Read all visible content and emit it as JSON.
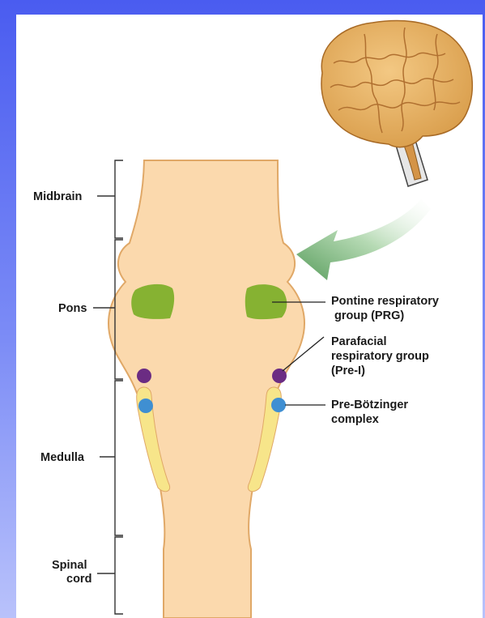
{
  "regions": {
    "midbrain": "Midbrain",
    "pons": "Pons",
    "medulla": "Medulla",
    "spinal_line1": "Spinal",
    "spinal_line2": "cord"
  },
  "structures": {
    "prg_line1": "Pontine respiratory",
    "prg_line2": "group (PRG)",
    "pff_line1": "Parafacial",
    "pff_line2": "respiratory group",
    "pff_line3": "(Pre-I)",
    "preb_line1": "Pre-Bötzinger",
    "preb_line2": "complex"
  },
  "colors": {
    "brainstem": "#fbd9ad",
    "outline": "#e0a867",
    "prg": "#86b232",
    "parafacial": "#6b2c83",
    "pre_botzinger": "#3f8fd2",
    "column": "#f7e58a",
    "arrow": "#7fb880"
  },
  "icons": {
    "brain": "brain-icon",
    "arrow": "curved-arrow-icon"
  }
}
